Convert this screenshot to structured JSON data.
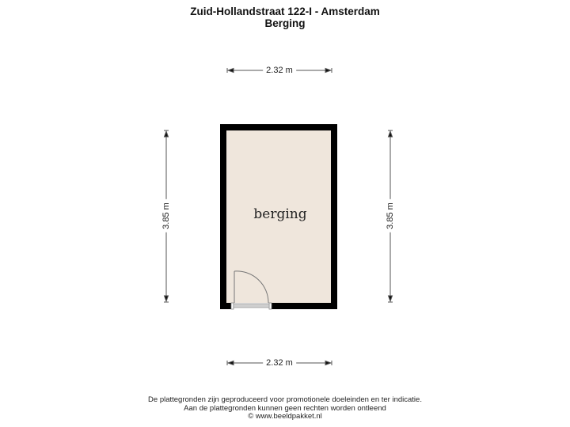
{
  "header": {
    "title": "Zuid-Hollandstraat 122-I - Amsterdam",
    "subtitle": "Berging"
  },
  "floorplan": {
    "room": {
      "label": "berging",
      "fill_color": "#efe6dc",
      "wall_color": "#000000"
    },
    "dimensions": {
      "top_width": "2.32 m",
      "bottom_width": "2.32 m",
      "left_height": "3.85 m",
      "right_height": "3.85 m"
    },
    "door": {
      "position": "bottom-left",
      "swing": "inward"
    }
  },
  "footer": {
    "line1": "De plattegronden zijn geproduceerd voor promotionele doeleinden en ter indicatie.",
    "line2": "Aan de plattegronden kunnen geen rechten worden ontleend",
    "line3": "© www.beeldpakket.nl"
  }
}
